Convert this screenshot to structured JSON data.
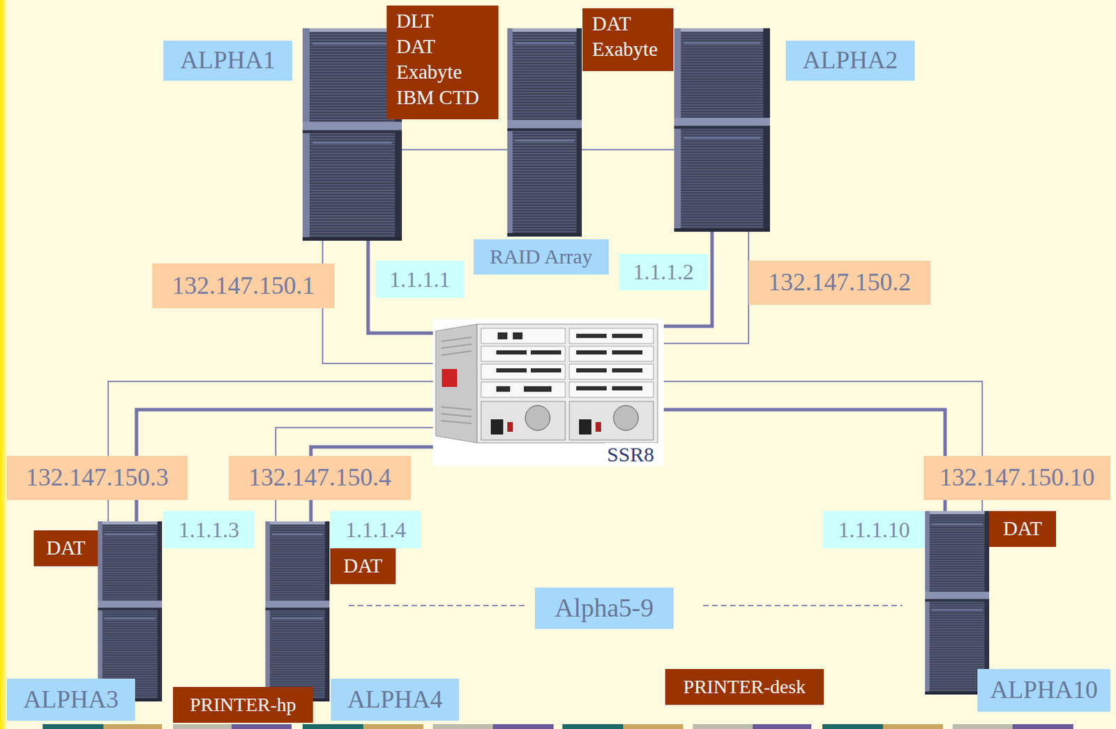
{
  "diagram": {
    "nodes": [
      {
        "text": [
          "ALPHA1"
        ]
      },
      {
        "text": [
          "DLT",
          "DAT",
          "Exabyte",
          "IBM CTD"
        ]
      },
      {
        "text": [
          "RAID Array"
        ]
      },
      {
        "text": [
          "DAT",
          "Exabyte"
        ]
      },
      {
        "text": [
          "ALPHA2"
        ]
      },
      {
        "text": [
          "132.147.150.1"
        ]
      },
      {
        "text": [
          "1.1.1.1"
        ]
      },
      {
        "text": [
          "1.1.1.2"
        ]
      },
      {
        "text": [
          "132.147.150.2"
        ]
      },
      {
        "text": [
          "SSR8"
        ]
      },
      {
        "text": [
          "132.147.150.3"
        ]
      },
      {
        "text": [
          "132.147.150.4"
        ]
      },
      {
        "text": [
          "132.147.150.10"
        ]
      },
      {
        "text": [
          "1.1.1.3"
        ]
      },
      {
        "text": [
          "1.1.1.4"
        ]
      },
      {
        "text": [
          "1.1.1.10"
        ]
      },
      {
        "text": [
          "DAT"
        ]
      },
      {
        "text": [
          "DAT"
        ]
      },
      {
        "text": [
          "DAT"
        ]
      },
      {
        "text": [
          "Alpha5-9"
        ]
      },
      {
        "text": [
          "PRINTER-desk"
        ]
      },
      {
        "text": [
          "ALPHA10"
        ]
      },
      {
        "text": [
          "ALPHA3"
        ]
      },
      {
        "text": [
          "PRINTER-hp"
        ]
      },
      {
        "text": [
          "ALPHA4"
        ]
      }
    ],
    "edges": [
      {
        "from": 0,
        "to": 2,
        "arrow": "none"
      },
      {
        "from": 2,
        "to": 4,
        "arrow": "none"
      },
      {
        "from": 0,
        "to": 9,
        "arrow": "none"
      },
      {
        "from": 0,
        "to": 9,
        "arrow": "none"
      },
      {
        "from": 4,
        "to": 9,
        "arrow": "none"
      },
      {
        "from": 4,
        "to": 9,
        "arrow": "none"
      },
      {
        "from": 22,
        "to": 9,
        "arrow": "none"
      },
      {
        "from": 22,
        "to": 9,
        "arrow": "none"
      },
      {
        "from": 24,
        "to": 9,
        "arrow": "none"
      },
      {
        "from": 24,
        "to": 9,
        "arrow": "none"
      },
      {
        "from": 21,
        "to": 9,
        "arrow": "none"
      },
      {
        "from": 21,
        "to": 9,
        "arrow": "none"
      }
    ]
  }
}
